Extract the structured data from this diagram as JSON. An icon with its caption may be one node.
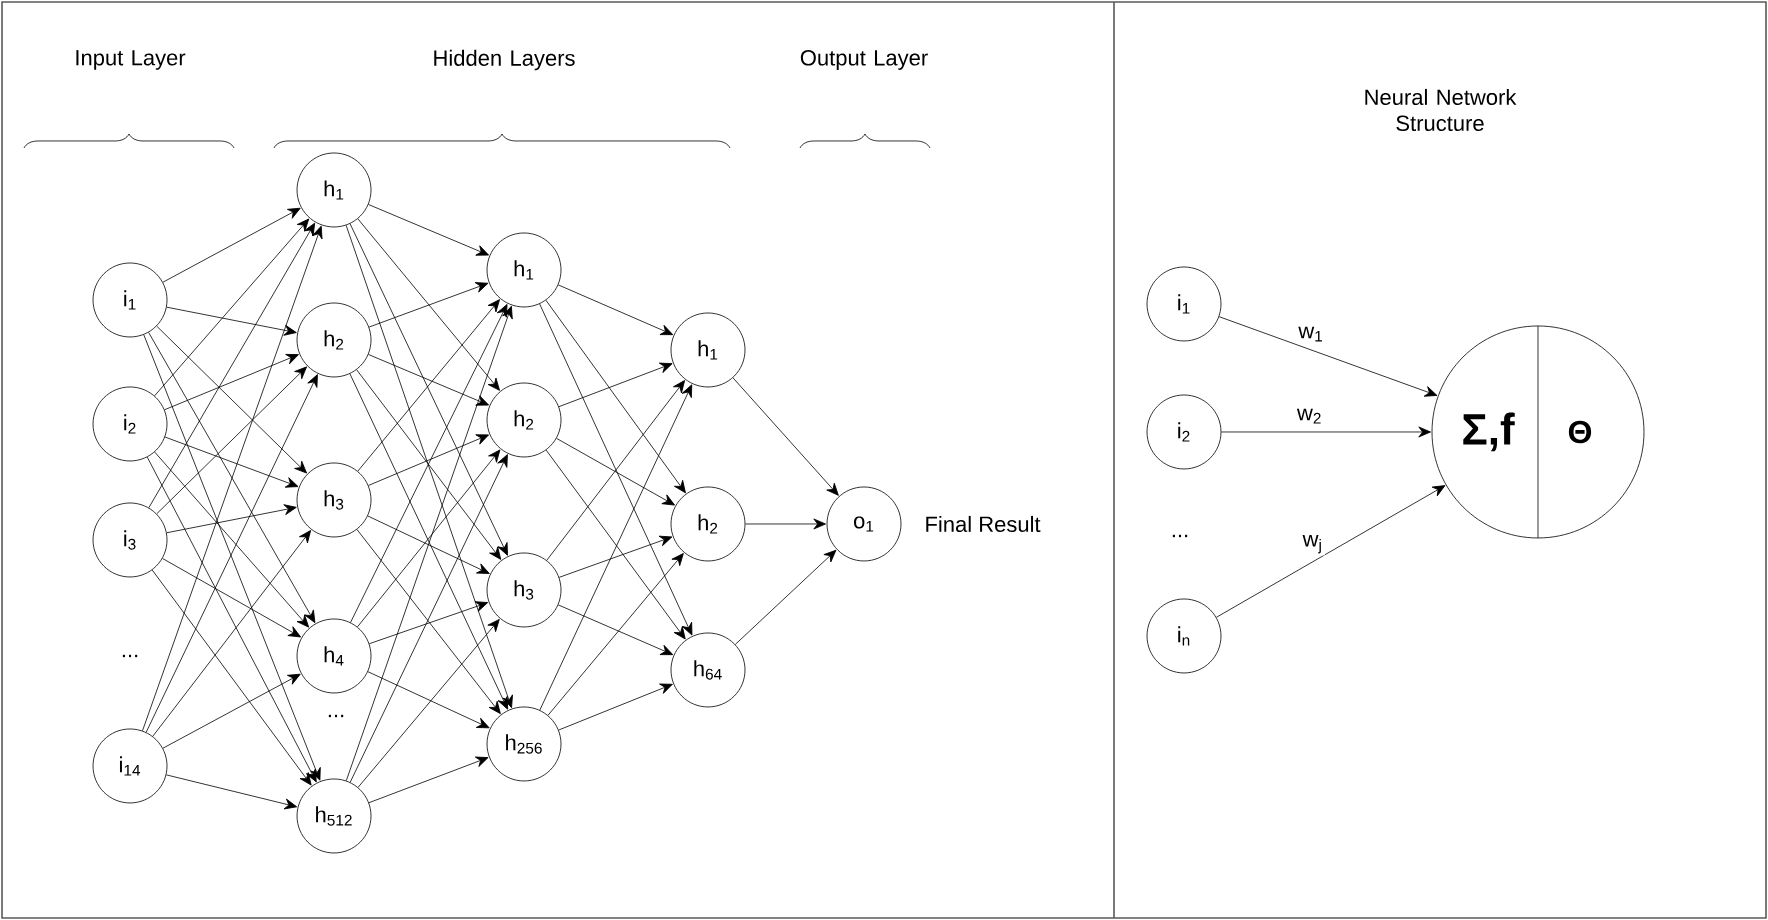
{
  "diagram": {
    "nodes": [
      {
        "text": [
          "i$_{1}$"
        ]
      },
      {
        "text": [
          "i$_{2}$"
        ]
      },
      {
        "text": [
          "i$_{3}$"
        ]
      },
      {
        "text": [
          "i$_{14}$"
        ]
      },
      {
        "text": [
          "h$_{1}$"
        ]
      },
      {
        "text": [
          "h$_{2}$"
        ]
      },
      {
        "text": [
          "h$_{3}$"
        ]
      },
      {
        "text": [
          "h$_{4}$"
        ]
      },
      {
        "text": [
          "h$_{512}$"
        ]
      },
      {
        "text": [
          "h$_{1}$"
        ]
      },
      {
        "text": [
          "h$_{2}$"
        ]
      },
      {
        "text": [
          "h$_{3}$"
        ]
      },
      {
        "text": [
          "h$_{256}$"
        ]
      },
      {
        "text": [
          "h$_{1}$"
        ]
      },
      {
        "text": [
          "h$_{2}$"
        ]
      },
      {
        "text": [
          "h$_{64}$"
        ]
      },
      {
        "text": [
          "o$_{1}$"
        ],
        "beside": [
          "Final Result"
        ]
      },
      {
        "text": [
          "i$_{1}$"
        ]
      },
      {
        "text": [
          "i$_{2}$"
        ]
      },
      {
        "text": [
          "i$_{n}$"
        ]
      },
      {
        "text": [
          "Σ,f",
          "Θ"
        ]
      }
    ],
    "edges": [
      {
        "from": 0,
        "to": 4,
        "arrow": "to"
      },
      {
        "from": 0,
        "to": 5,
        "arrow": "to"
      },
      {
        "from": 0,
        "to": 6,
        "arrow": "to"
      },
      {
        "from": 0,
        "to": 7,
        "arrow": "to"
      },
      {
        "from": 0,
        "to": 8,
        "arrow": "to"
      },
      {
        "from": 1,
        "to": 4,
        "arrow": "to"
      },
      {
        "from": 1,
        "to": 5,
        "arrow": "to"
      },
      {
        "from": 1,
        "to": 6,
        "arrow": "to"
      },
      {
        "from": 1,
        "to": 7,
        "arrow": "to"
      },
      {
        "from": 1,
        "to": 8,
        "arrow": "to"
      },
      {
        "from": 2,
        "to": 4,
        "arrow": "to"
      },
      {
        "from": 2,
        "to": 5,
        "arrow": "to"
      },
      {
        "from": 2,
        "to": 6,
        "arrow": "to"
      },
      {
        "from": 2,
        "to": 7,
        "arrow": "to"
      },
      {
        "from": 2,
        "to": 8,
        "arrow": "to"
      },
      {
        "from": 3,
        "to": 4,
        "arrow": "to"
      },
      {
        "from": 3,
        "to": 5,
        "arrow": "to"
      },
      {
        "from": 3,
        "to": 6,
        "arrow": "to"
      },
      {
        "from": 3,
        "to": 7,
        "arrow": "to"
      },
      {
        "from": 3,
        "to": 8,
        "arrow": "to"
      },
      {
        "from": 4,
        "to": 9,
        "arrow": "to"
      },
      {
        "from": 4,
        "to": 10,
        "arrow": "to"
      },
      {
        "from": 4,
        "to": 11,
        "arrow": "to"
      },
      {
        "from": 4,
        "to": 12,
        "arrow": "to"
      },
      {
        "from": 5,
        "to": 9,
        "arrow": "to"
      },
      {
        "from": 5,
        "to": 10,
        "arrow": "to"
      },
      {
        "from": 5,
        "to": 11,
        "arrow": "to"
      },
      {
        "from": 5,
        "to": 12,
        "arrow": "to"
      },
      {
        "from": 6,
        "to": 9,
        "arrow": "to"
      },
      {
        "from": 6,
        "to": 10,
        "arrow": "to"
      },
      {
        "from": 6,
        "to": 11,
        "arrow": "to"
      },
      {
        "from": 6,
        "to": 12,
        "arrow": "to"
      },
      {
        "from": 7,
        "to": 9,
        "arrow": "to"
      },
      {
        "from": 7,
        "to": 10,
        "arrow": "to"
      },
      {
        "from": 7,
        "to": 11,
        "arrow": "to"
      },
      {
        "from": 7,
        "to": 12,
        "arrow": "to"
      },
      {
        "from": 8,
        "to": 9,
        "arrow": "to"
      },
      {
        "from": 8,
        "to": 10,
        "arrow": "to"
      },
      {
        "from": 8,
        "to": 11,
        "arrow": "to"
      },
      {
        "from": 8,
        "to": 12,
        "arrow": "to"
      },
      {
        "from": 9,
        "to": 13,
        "arrow": "to"
      },
      {
        "from": 9,
        "to": 14,
        "arrow": "to"
      },
      {
        "from": 9,
        "to": 15,
        "arrow": "to"
      },
      {
        "from": 10,
        "to": 13,
        "arrow": "to"
      },
      {
        "from": 10,
        "to": 14,
        "arrow": "to"
      },
      {
        "from": 10,
        "to": 15,
        "arrow": "to"
      },
      {
        "from": 11,
        "to": 13,
        "arrow": "to"
      },
      {
        "from": 11,
        "to": 14,
        "arrow": "to"
      },
      {
        "from": 11,
        "to": 15,
        "arrow": "to"
      },
      {
        "from": 12,
        "to": 13,
        "arrow": "to"
      },
      {
        "from": 12,
        "to": 14,
        "arrow": "to"
      },
      {
        "from": 12,
        "to": 15,
        "arrow": "to"
      },
      {
        "from": 13,
        "to": 16,
        "arrow": "to"
      },
      {
        "from": 14,
        "to": 16,
        "arrow": "to"
      },
      {
        "from": 15,
        "to": 16,
        "arrow": "to"
      },
      {
        "from": 17,
        "to": 20,
        "arrow": "to",
        "label": "w$_{1}$"
      },
      {
        "from": 18,
        "to": 20,
        "arrow": "to",
        "label": "w$_{2}$"
      },
      {
        "from": 19,
        "to": 20,
        "arrow": "to",
        "label": "w$_{j}$"
      }
    ],
    "labels": [
      "Input Layer",
      "Hidden Layers",
      "Output Layer",
      "Neural Network Structure",
      "...",
      "...",
      "..."
    ]
  }
}
